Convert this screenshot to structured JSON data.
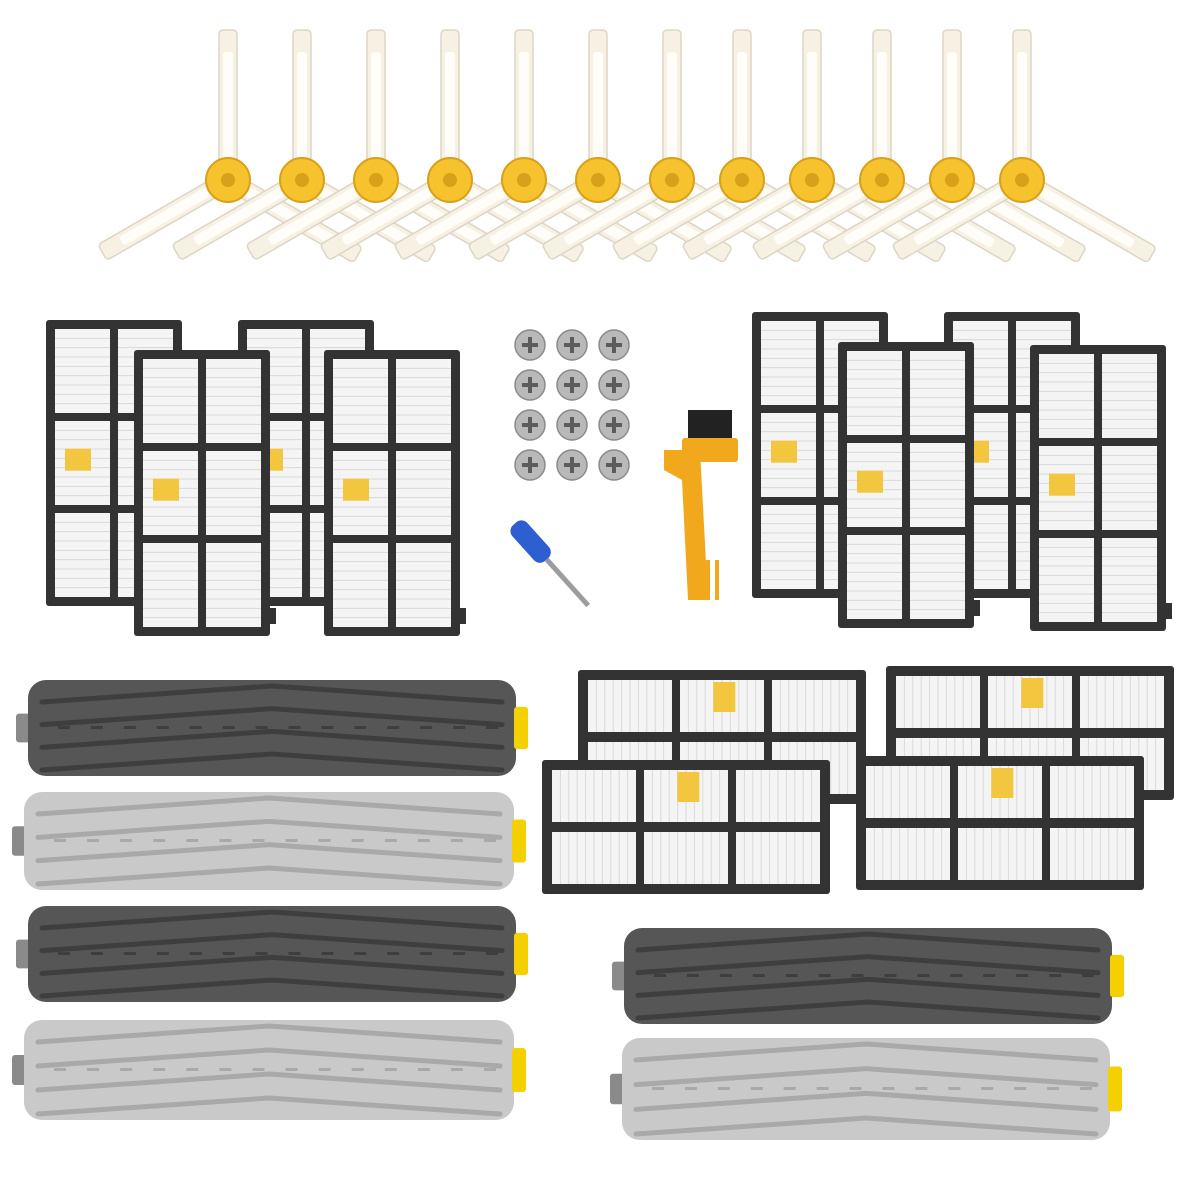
{
  "kit": {
    "side_brushes": {
      "count": 12
    },
    "screws": {
      "count": 12
    },
    "vertical_filters": {
      "count": 8
    },
    "horizontal_filters": {
      "count": 4
    },
    "rollers": {
      "count": 6,
      "dark_count": 3,
      "light_count": 3
    },
    "tools": [
      "screwdriver",
      "cleaning-tool"
    ]
  },
  "colors": {
    "background": "#ffffff",
    "brush_hub": "#f6c22d",
    "brush_hub_dark": "#d9a11a",
    "bristle": "#f7f1e3",
    "bristle_edge": "#ddd6c6",
    "filter_frame": "#333333",
    "filter_media": "#f4f4f4",
    "filter_pleat": "#d9d9d9",
    "filter_tab": "#f3c63f",
    "roller_dark": "#565656",
    "roller_dark_fin": "#3e3e3e",
    "roller_light": "#c9c9c9",
    "roller_light_fin": "#a9a9a9",
    "roller_cap": "#f5d000",
    "screw": "#b9b9b9",
    "screw_slot": "#5c5c5c",
    "screwdriver_handle": "#2d5fd0",
    "tool_orange": "#f2a81d"
  }
}
